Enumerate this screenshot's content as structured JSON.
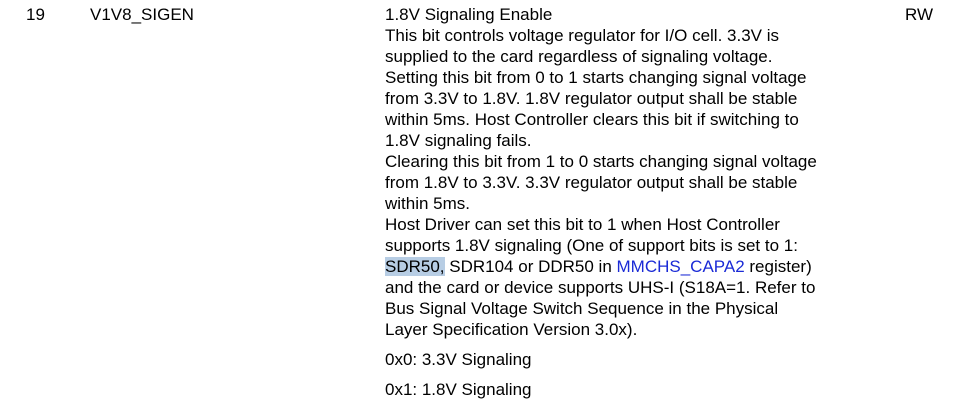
{
  "register_row": {
    "bit": "19",
    "field": "V1V8_SIGEN",
    "access": "RW",
    "description": {
      "title": "1.8V Signaling Enable",
      "lines": [
        "This bit controls voltage regulator for I/O cell. 3.3V is",
        "supplied to the card regardless of signaling voltage.",
        "Setting this bit from 0 to 1 starts changing signal voltage",
        "from 3.3V to 1.8V. 1.8V regulator output shall be stable",
        "within 5ms. Host Controller clears this bit if switching to",
        "1.8V signaling fails.",
        "Clearing this bit from 1 to 0 starts changing signal voltage",
        "from 1.8V to 3.3V. 3.3V regulator output shall be stable",
        "within 5ms.",
        "Host Driver can set this bit to 1 when Host Controller",
        "supports 1.8V signaling (One of support bits is set to 1:"
      ],
      "mixed_line": {
        "highlighted": "SDR50,",
        "before_link": " SDR104 or DDR50 in ",
        "link": "MMCHS_CAPA2",
        "after_link": " register)"
      },
      "lines_after": [
        "and the card or device supports UHS-I (S18A=1. Refer to",
        "Bus Signal Voltage Switch Sequence in the Physical",
        "Layer Specification Version 3.0x)."
      ]
    },
    "values": [
      "0x0: 3.3V Signaling",
      "0x1: 1.8V Signaling"
    ]
  },
  "colors": {
    "highlight": "#b7cde4",
    "link": "#1a2ad6"
  }
}
